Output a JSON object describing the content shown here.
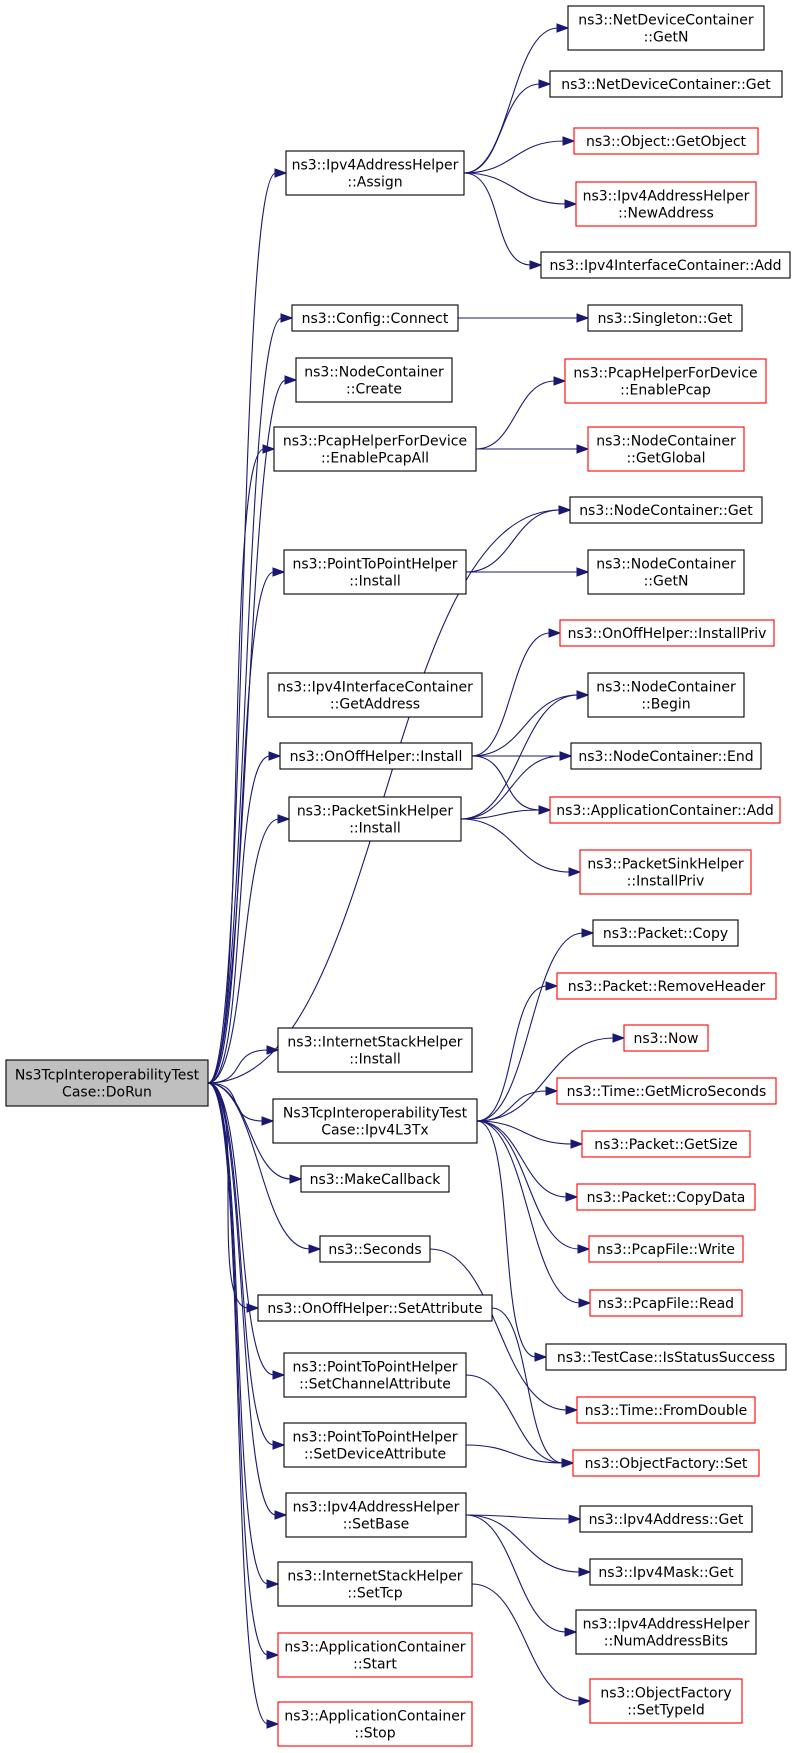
{
  "colors": {
    "edge": "#191970",
    "root_fill": "#bfbfbf",
    "border": "#000000",
    "border_undocumented": "#ff0000"
  },
  "nodes": {
    "root": {
      "lines": [
        "Ns3TcpInteroperabilityTest",
        "Case::DoRun"
      ],
      "style": "root"
    },
    "ipv4assign": {
      "lines": [
        "ns3::Ipv4AddressHelper",
        "::Assign"
      ],
      "style": "normal"
    },
    "ndc_getn": {
      "lines": [
        "ns3::NetDeviceContainer",
        "::GetN"
      ],
      "style": "normal"
    },
    "ndc_get": {
      "lines": [
        "ns3::NetDeviceContainer::Get"
      ],
      "style": "normal"
    },
    "obj_getobject": {
      "lines": [
        "ns3::Object::GetObject"
      ],
      "style": "red"
    },
    "ipv4_newaddr": {
      "lines": [
        "ns3::Ipv4AddressHelper",
        "::NewAddress"
      ],
      "style": "red"
    },
    "ipv4ic_add": {
      "lines": [
        "ns3::Ipv4InterfaceContainer::Add"
      ],
      "style": "normal"
    },
    "config_connect": {
      "lines": [
        "ns3::Config::Connect"
      ],
      "style": "normal"
    },
    "singleton_get": {
      "lines": [
        "ns3::Singleton::Get"
      ],
      "style": "normal"
    },
    "nc_create": {
      "lines": [
        "ns3::NodeContainer",
        "::Create"
      ],
      "style": "normal"
    },
    "pcap_enableall": {
      "lines": [
        "ns3::PcapHelperForDevice",
        "::EnablePcapAll"
      ],
      "style": "normal"
    },
    "pcap_enable": {
      "lines": [
        "ns3::PcapHelperForDevice",
        "::EnablePcap"
      ],
      "style": "red"
    },
    "nc_getglobal": {
      "lines": [
        "ns3::NodeContainer",
        "::GetGlobal"
      ],
      "style": "red"
    },
    "nc_get": {
      "lines": [
        "ns3::NodeContainer::Get"
      ],
      "style": "normal"
    },
    "p2p_install": {
      "lines": [
        "ns3::PointToPointHelper",
        "::Install"
      ],
      "style": "normal"
    },
    "nc_getn": {
      "lines": [
        "ns3::NodeContainer",
        "::GetN"
      ],
      "style": "normal"
    },
    "ipv4ic_getaddr": {
      "lines": [
        "ns3::Ipv4InterfaceContainer",
        "::GetAddress"
      ],
      "style": "normal"
    },
    "onoff_installpriv": {
      "lines": [
        "ns3::OnOffHelper::InstallPriv"
      ],
      "style": "red"
    },
    "nc_begin": {
      "lines": [
        "ns3::NodeContainer",
        "::Begin"
      ],
      "style": "normal"
    },
    "onoff_install": {
      "lines": [
        "ns3::OnOffHelper::Install"
      ],
      "style": "normal"
    },
    "nc_end": {
      "lines": [
        "ns3::NodeContainer::End"
      ],
      "style": "normal"
    },
    "sink_install": {
      "lines": [
        "ns3::PacketSinkHelper",
        "::Install"
      ],
      "style": "normal"
    },
    "appc_add": {
      "lines": [
        "ns3::ApplicationContainer::Add"
      ],
      "style": "red"
    },
    "sink_installpriv": {
      "lines": [
        "ns3::PacketSinkHelper",
        "::InstallPriv"
      ],
      "style": "red"
    },
    "packet_copy": {
      "lines": [
        "ns3::Packet::Copy"
      ],
      "style": "normal"
    },
    "packet_removeheader": {
      "lines": [
        "ns3::Packet::RemoveHeader"
      ],
      "style": "red"
    },
    "internet_install": {
      "lines": [
        "ns3::InternetStackHelper",
        "::Install"
      ],
      "style": "normal"
    },
    "now": {
      "lines": [
        "ns3::Now"
      ],
      "style": "red"
    },
    "ipv4l3tx": {
      "lines": [
        "Ns3TcpInteroperabilityTest",
        "Case::Ipv4L3Tx"
      ],
      "style": "normal"
    },
    "time_getmicro": {
      "lines": [
        "ns3::Time::GetMicroSeconds"
      ],
      "style": "red"
    },
    "packet_getsize": {
      "lines": [
        "ns3::Packet::GetSize"
      ],
      "style": "red"
    },
    "makecallback": {
      "lines": [
        "ns3::MakeCallback"
      ],
      "style": "normal"
    },
    "packet_copydata": {
      "lines": [
        "ns3::Packet::CopyData"
      ],
      "style": "red"
    },
    "seconds": {
      "lines": [
        "ns3::Seconds"
      ],
      "style": "normal"
    },
    "pcapfile_write": {
      "lines": [
        "ns3::PcapFile::Write"
      ],
      "style": "red"
    },
    "onoff_setattr": {
      "lines": [
        "ns3::OnOffHelper::SetAttribute"
      ],
      "style": "normal"
    },
    "pcapfile_read": {
      "lines": [
        "ns3::PcapFile::Read"
      ],
      "style": "red"
    },
    "p2p_setchannel": {
      "lines": [
        "ns3::PointToPointHelper",
        "::SetChannelAttribute"
      ],
      "style": "normal"
    },
    "testcase_status": {
      "lines": [
        "ns3::TestCase::IsStatusSuccess"
      ],
      "style": "normal"
    },
    "time_fromdouble": {
      "lines": [
        "ns3::Time::FromDouble"
      ],
      "style": "red"
    },
    "p2p_setdevice": {
      "lines": [
        "ns3::PointToPointHelper",
        "::SetDeviceAttribute"
      ],
      "style": "normal"
    },
    "objfactory_set": {
      "lines": [
        "ns3::ObjectFactory::Set"
      ],
      "style": "red"
    },
    "ipv4_setbase": {
      "lines": [
        "ns3::Ipv4AddressHelper",
        "::SetBase"
      ],
      "style": "normal"
    },
    "ipv4address_get": {
      "lines": [
        "ns3::Ipv4Address::Get"
      ],
      "style": "normal"
    },
    "ipv4mask_get": {
      "lines": [
        "ns3::Ipv4Mask::Get"
      ],
      "style": "normal"
    },
    "internet_settcp": {
      "lines": [
        "ns3::InternetStackHelper",
        "::SetTcp"
      ],
      "style": "normal"
    },
    "ipv4_numaddrbits": {
      "lines": [
        "ns3::Ipv4AddressHelper",
        "::NumAddressBits"
      ],
      "style": "normal"
    },
    "appc_start": {
      "lines": [
        "ns3::ApplicationContainer",
        "::Start"
      ],
      "style": "red"
    },
    "objfactory_settypeid": {
      "lines": [
        "ns3::ObjectFactory",
        "::SetTypeId"
      ],
      "style": "red"
    },
    "appc_stop": {
      "lines": [
        "ns3::ApplicationContainer",
        "::Stop"
      ],
      "style": "red"
    }
  },
  "edges": [
    [
      "root",
      "ipv4assign"
    ],
    [
      "root",
      "config_connect"
    ],
    [
      "root",
      "nc_create"
    ],
    [
      "root",
      "pcap_enableall"
    ],
    [
      "root",
      "nc_get"
    ],
    [
      "root",
      "p2p_install"
    ],
    [
      "root",
      "onoff_install"
    ],
    [
      "root",
      "sink_install"
    ],
    [
      "root",
      "internet_install"
    ],
    [
      "root",
      "ipv4l3tx"
    ],
    [
      "root",
      "makecallback"
    ],
    [
      "root",
      "seconds"
    ],
    [
      "root",
      "onoff_setattr"
    ],
    [
      "root",
      "p2p_setchannel"
    ],
    [
      "root",
      "p2p_setdevice"
    ],
    [
      "root",
      "ipv4_setbase"
    ],
    [
      "root",
      "internet_settcp"
    ],
    [
      "root",
      "appc_start"
    ],
    [
      "root",
      "appc_stop"
    ],
    [
      "ipv4assign",
      "ndc_getn"
    ],
    [
      "ipv4assign",
      "ndc_get"
    ],
    [
      "ipv4assign",
      "obj_getobject"
    ],
    [
      "ipv4assign",
      "ipv4_newaddr"
    ],
    [
      "ipv4assign",
      "ipv4ic_add"
    ],
    [
      "config_connect",
      "singleton_get"
    ],
    [
      "pcap_enableall",
      "pcap_enable"
    ],
    [
      "pcap_enableall",
      "nc_getglobal"
    ],
    [
      "p2p_install",
      "nc_get"
    ],
    [
      "p2p_install",
      "nc_getn"
    ],
    [
      "onoff_install",
      "onoff_installpriv"
    ],
    [
      "onoff_install",
      "nc_begin"
    ],
    [
      "onoff_install",
      "nc_end"
    ],
    [
      "onoff_install",
      "appc_add"
    ],
    [
      "sink_install",
      "nc_begin"
    ],
    [
      "sink_install",
      "nc_end"
    ],
    [
      "sink_install",
      "appc_add"
    ],
    [
      "sink_install",
      "sink_installpriv"
    ],
    [
      "ipv4l3tx",
      "packet_copy"
    ],
    [
      "ipv4l3tx",
      "packet_removeheader"
    ],
    [
      "ipv4l3tx",
      "now"
    ],
    [
      "ipv4l3tx",
      "time_getmicro"
    ],
    [
      "ipv4l3tx",
      "packet_getsize"
    ],
    [
      "ipv4l3tx",
      "packet_copydata"
    ],
    [
      "ipv4l3tx",
      "pcapfile_write"
    ],
    [
      "ipv4l3tx",
      "pcapfile_read"
    ],
    [
      "ipv4l3tx",
      "testcase_status"
    ],
    [
      "seconds",
      "time_fromdouble"
    ],
    [
      "onoff_setattr",
      "objfactory_set"
    ],
    [
      "p2p_setchannel",
      "objfactory_set"
    ],
    [
      "p2p_setdevice",
      "objfactory_set"
    ],
    [
      "ipv4_setbase",
      "ipv4address_get"
    ],
    [
      "ipv4_setbase",
      "ipv4mask_get"
    ],
    [
      "ipv4_setbase",
      "ipv4_numaddrbits"
    ],
    [
      "internet_settcp",
      "objfactory_settypeid"
    ]
  ]
}
